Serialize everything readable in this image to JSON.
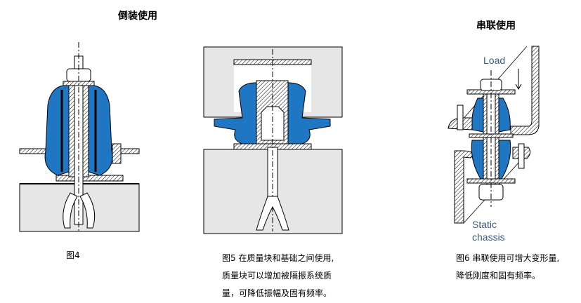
{
  "fig4": {
    "title": "倒装使用",
    "caption": "图4"
  },
  "fig5": {
    "caption_lines": [
      "图5 在质量块和基础之间使用,",
      "质量块可以增加被隔振系统质",
      "量，可降低振幅及固有频率。"
    ]
  },
  "fig6": {
    "title": "串联使用",
    "load_label": "Load",
    "chassis_label_1": "Static",
    "chassis_label_2": "chassis",
    "caption_lines": [
      "图6 串联使用可增大变形量,",
      "降低刚度和固有频率。"
    ]
  },
  "colors": {
    "rubber": "#1f77c4",
    "ground": "#e6e6e6",
    "hatch": "#000000"
  }
}
